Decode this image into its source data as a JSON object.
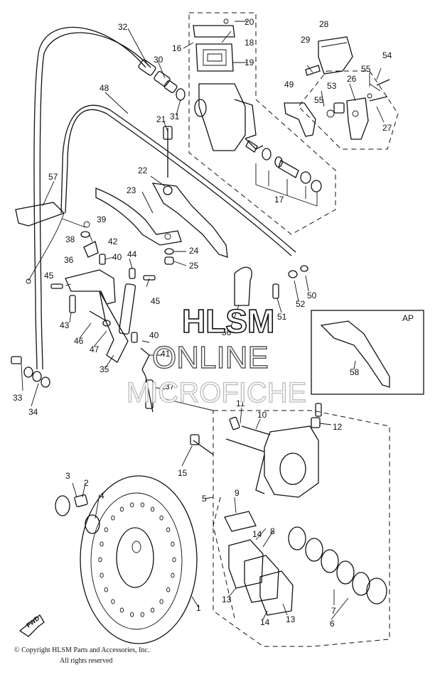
{
  "labels": {
    "n1": "1",
    "n2": "2",
    "n3": "3",
    "n4": "4",
    "n5": "5",
    "n6": "6",
    "n7": "7",
    "n8": "8",
    "n9": "9",
    "n10": "10",
    "n11": "11",
    "n12": "12",
    "n13a": "13",
    "n13b": "13",
    "n14a": "14",
    "n14b": "14",
    "n15": "15",
    "n16": "16",
    "n17": "17",
    "n18": "18",
    "n19": "19",
    "n20": "20",
    "n21": "21",
    "n22": "22",
    "n23": "23",
    "n24": "24",
    "n25": "25",
    "n26": "26",
    "n27": "27",
    "n28": "28",
    "n29": "29",
    "n30": "30",
    "n31": "31",
    "n32": "32",
    "n33": "33",
    "n34": "34",
    "n35": "35",
    "n36": "36",
    "n37": "37",
    "n38": "38",
    "n39": "39",
    "n40a": "40",
    "n40b": "40",
    "n41": "41",
    "n42": "42",
    "n43": "43",
    "n44": "44",
    "n45a": "45",
    "n45b": "45",
    "n46": "46",
    "n47": "47",
    "n48": "48",
    "n49": "49",
    "n50": "50",
    "n51": "51",
    "n52": "52",
    "n53": "53",
    "n54": "54",
    "n55a": "55",
    "n55b": "55",
    "n56": "56",
    "n57": "57",
    "n58": "58"
  },
  "inset_label": "AP",
  "fwd_label": "FWD",
  "watermark": {
    "line1": "HLSM",
    "line2": "ONLINE",
    "line3": "MICROFICHE"
  },
  "copyright": {
    "line1": "© Copyright HLSM Parts and Accessories, Inc.",
    "line2": "All rights reserved"
  }
}
